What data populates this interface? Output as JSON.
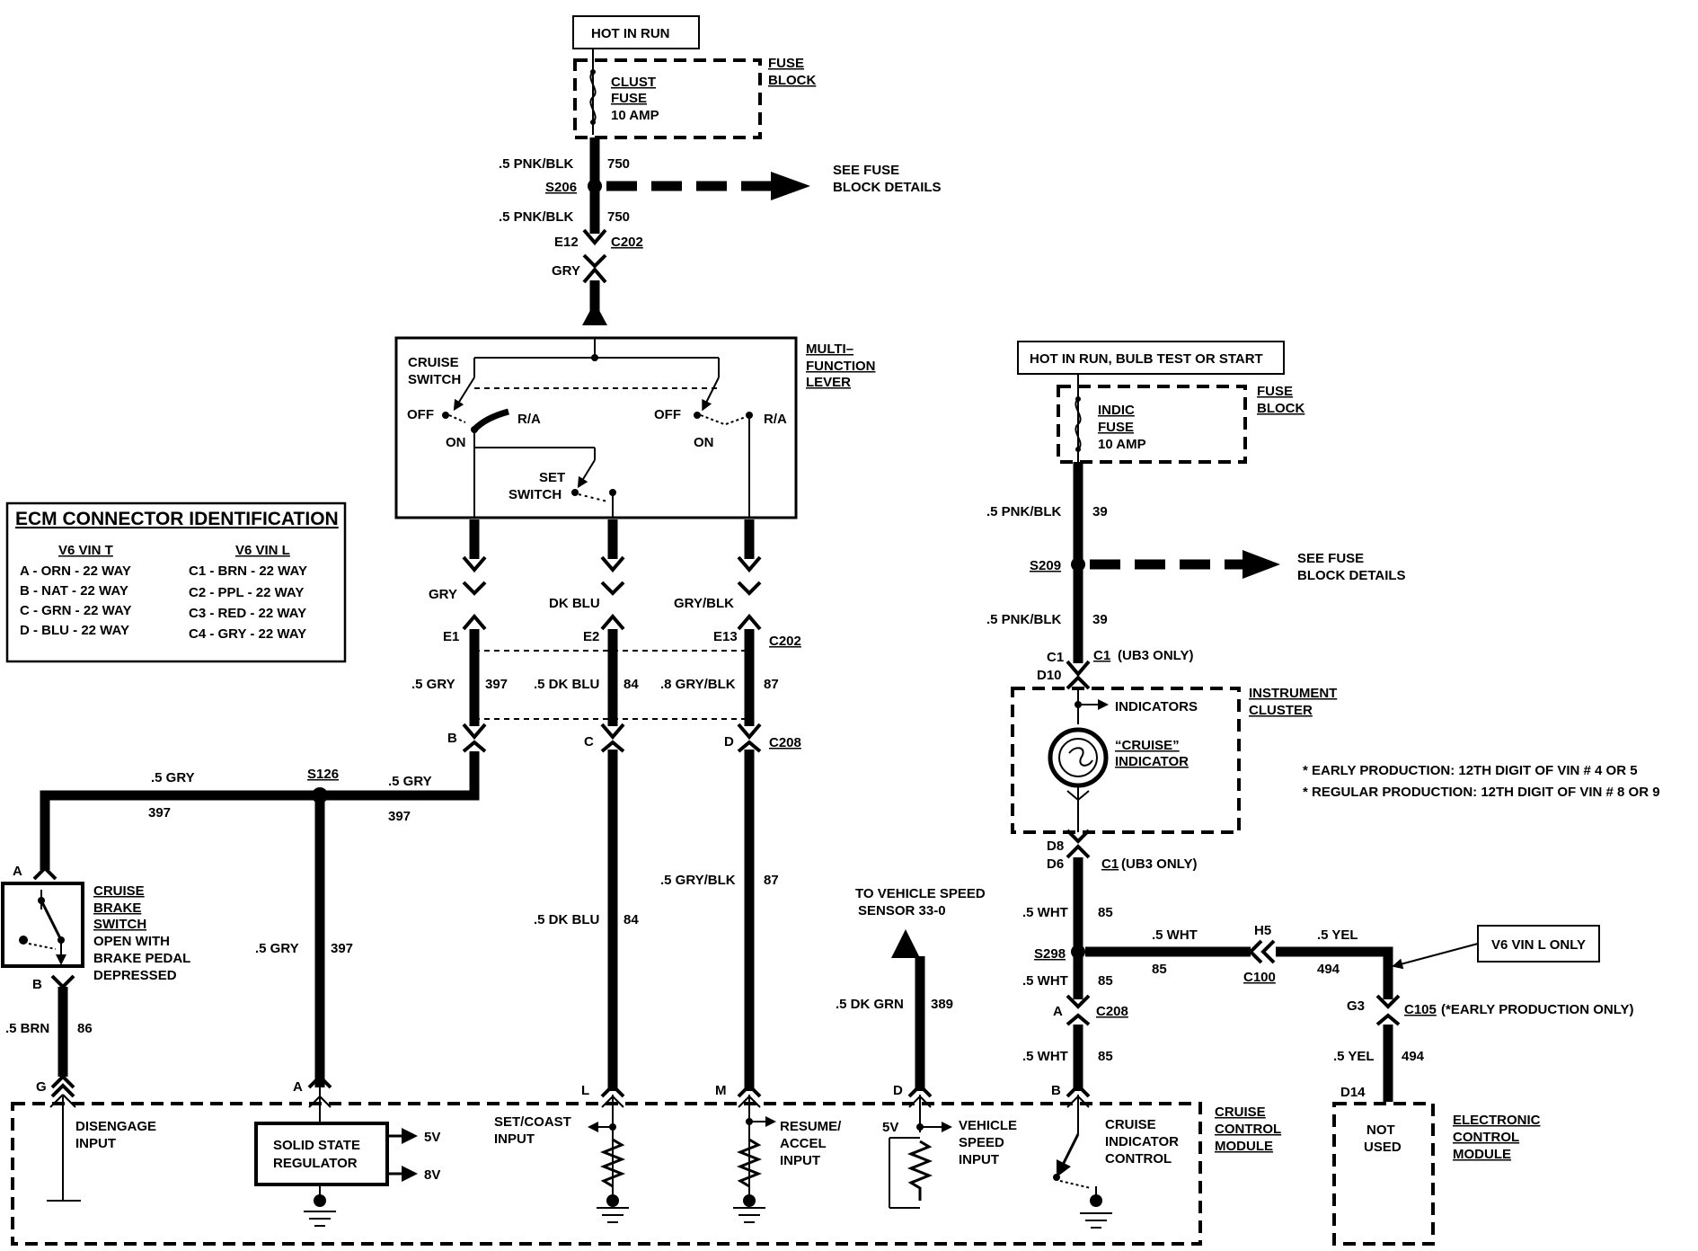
{
  "power_top": {
    "source_label": "HOT IN RUN",
    "fuse_block_1": "FUSE",
    "fuse_block_2": "BLOCK",
    "fuse_name_1": "CLUST",
    "fuse_name_2": "FUSE",
    "fuse_rating": "10 AMP",
    "wire_a": ".5 PNK/BLK",
    "circuit_a": "750",
    "splice": "S206",
    "see_details_1": "SEE FUSE",
    "see_details_2": "BLOCK DETAILS",
    "wire_b": ".5 PNK/BLK",
    "circuit_b": "750",
    "pin_e12": "E12",
    "connector_c202": "C202",
    "color_gry": "GRY"
  },
  "switch_lever": {
    "title_1": "MULTI–",
    "title_2": "FUNCTION",
    "title_3": "LEVER",
    "cruise_switch_1": "CRUISE",
    "cruise_switch_2": "SWITCH",
    "off_left": "OFF",
    "on_left": "ON",
    "ra_left": "R/A",
    "off_right": "OFF",
    "on_right": "ON",
    "ra_right": "R/A",
    "set_switch_1": "SET",
    "set_switch_2": "SWITCH"
  },
  "lever_outputs": {
    "color_1": "GRY",
    "color_2": "DK BLU",
    "color_3": "GRY/BLK",
    "pin_e1": "E1",
    "pin_e2": "E2",
    "pin_e13": "E13",
    "connector_c202": "C202",
    "wire_1": ".5  GRY",
    "circ_1": "397",
    "wire_2": ".5 DK BLU",
    "circ_2": "84",
    "wire_3": ".8 GRY/BLK",
    "circ_3": "87",
    "pin_b": "B",
    "pin_c": "C",
    "pin_d": "D",
    "connector_c208": "C208"
  },
  "ecm_table": {
    "title": "ECM CONNECTOR IDENTIFICATION",
    "col1_header": "V6 VIN T",
    "col2_header": "V6 VIN L",
    "col1_rows": [
      "A  -  ORN  -  22 WAY",
      "B  -  NAT  -  22 WAY",
      "C  -  GRN  -  22 WAY",
      "D  -  BLU  -  22 WAY"
    ],
    "col2_rows": [
      "C1  -  BRN  -  22 WAY",
      "C2  -  PPL  -  22 WAY",
      "C3  -  RED  -  22 WAY",
      "C4  -  GRY  -  22 WAY"
    ]
  },
  "brake_circuit": {
    "wire_top_left": ".5  GRY",
    "circ_top_left": "397",
    "splice": "S126",
    "wire_top_right": ".5  GRY",
    "circ_top_right": "397",
    "pin_a": "A",
    "switch_1": "CRUISE",
    "switch_2": "BRAKE",
    "switch_3": "SWITCH",
    "switch_4": "OPEN WITH",
    "switch_5": "BRAKE PEDAL",
    "switch_6": "DEPRESSED",
    "pin_b": "B",
    "wire_brn": ".5 BRN",
    "circ_brn": "86",
    "wire_reg": ".5  GRY",
    "circ_reg": "397"
  },
  "mid_wires": {
    "wire_grybk": ".5 GRY/BLK",
    "circ_grybk": "87",
    "wire_dkblu": ".5 DK BLU",
    "circ_dkblu": "84"
  },
  "vss": {
    "label_1": "TO VEHICLE SPEED",
    "label_2": "SENSOR 33-0",
    "wire": ".5 DK GRN",
    "circuit": "389"
  },
  "indicator": {
    "source_label": "HOT IN RUN, BULB TEST OR START",
    "fuse_block_1": "FUSE",
    "fuse_block_2": "BLOCK",
    "fuse_name_1": "INDIC",
    "fuse_name_2": "FUSE",
    "fuse_rating": "10 AMP",
    "wire_a": ".5 PNK/BLK",
    "circuit_a": "39",
    "splice": "S209",
    "see_details_1": "SEE FUSE",
    "see_details_2": "BLOCK DETAILS",
    "wire_b": ".5 PNK/BLK",
    "circuit_b": "39",
    "pin_c1": "C1",
    "pin_d10": "D10",
    "conn_c1": "C1",
    "ub3_top": "(UB3 ONLY)",
    "cluster_1": "INSTRUMENT",
    "cluster_2": "CLUSTER",
    "indicators": "INDICATORS",
    "cruise_ind_1": "“CRUISE”",
    "cruise_ind_2": "INDICATOR",
    "pin_d8": "D8",
    "pin_d6": "D6",
    "conn_c1_b": "C1",
    "ub3_bottom": "(UB3 ONLY)",
    "wire_wht_1": ".5 WHT",
    "circ_wht_1": "85",
    "splice_s298": "S298",
    "wire_wht_2": ".5 WHT",
    "circ_wht_2": "85",
    "pin_a": "A",
    "conn_c208": "C208",
    "wire_wht_3": ".5 WHT",
    "circ_wht_3": "85",
    "pin_b": "B"
  },
  "notes": {
    "note_1": "*     EARLY PRODUCTION: 12TH DIGIT OF VIN # 4 OR 5",
    "note_2": "*     REGULAR PRODUCTION: 12TH DIGIT OF VIN # 8 OR 9"
  },
  "ecm_link": {
    "wire_wht": ".5  WHT",
    "circ_wht": "85",
    "pin_h5": "H5",
    "conn_c100": "C100",
    "wire_yel": ".5  YEL",
    "circ_yel": "494",
    "callout": "V6 VIN L ONLY",
    "pin_g3": "G3",
    "conn_c105": "C105",
    "c105_note": "(*EARLY PRODUCTION ONLY)",
    "wire_yel_2": ".5 YEL",
    "circ_yel_2": "494",
    "pin_d14": "D14",
    "not_used_1": "NOT",
    "not_used_2": "USED",
    "ecm_1": "ELECTRONIC",
    "ecm_2": "CONTROL",
    "ecm_3": "MODULE"
  },
  "module": {
    "pin_g": "G",
    "pin_a": "A",
    "pin_l": "L",
    "pin_m": "M",
    "pin_d": "D",
    "pin_b": "B",
    "disengage_1": "DISENGAGE",
    "disengage_2": "INPUT",
    "regulator_1": "SOLID STATE",
    "regulator_2": "REGULATOR",
    "v5": "5V",
    "v8": "8V",
    "setcoast_1": "SET/COAST",
    "setcoast_2": "INPUT",
    "resume_1": "RESUME/",
    "resume_2": "ACCEL",
    "resume_3": "INPUT",
    "vss_5v": "5V",
    "vss_1": "VEHICLE",
    "vss_2": "SPEED",
    "vss_3": "INPUT",
    "indctl_1": "CRUISE",
    "indctl_2": "INDICATOR",
    "indctl_3": "CONTROL",
    "name_1": "CRUISE",
    "name_2": "CONTROL",
    "name_3": "MODULE"
  }
}
